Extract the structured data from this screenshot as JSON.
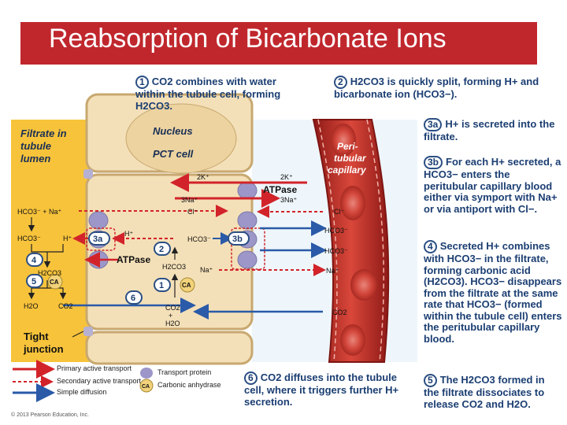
{
  "title": "Reabsorption of Bicarbonate  Ions",
  "regions": {
    "lumen": "Filtrate in tubule lumen",
    "nucleus": "Nucleus",
    "pct": "PCT cell",
    "capillary": "Peri-tubular capillary",
    "junction": "Tight junction"
  },
  "lumen_labels": {
    "hco3_na": "HCO3⁻ + Na⁺",
    "hco3": "HCO3⁻",
    "h": "H⁺",
    "h2co3": "H2CO3",
    "ca": "CA",
    "h2o": "H2O",
    "co2": "CO2",
    "atpase": "ATPase"
  },
  "cell_labels": {
    "k2": "2K⁺",
    "na3": "3Na⁺",
    "cl": "Cl⁻",
    "h": "H⁺",
    "hco3": "HCO3⁻",
    "h2co3": "H2CO3",
    "na": "Na⁺",
    "ca": "CA",
    "co2": "CO2",
    "plus": "+",
    "h2o": "H2O",
    "atpase": "ATPase"
  },
  "blood_labels": {
    "k2": "2K⁺",
    "na3": "3Na⁺",
    "cl": "Cl⁻",
    "hco3a": "HCO3⁻",
    "hco3b": "HCO3⁻",
    "na": "Na⁺",
    "co2": "CO2"
  },
  "badges": {
    "b1": "1",
    "b2": "2",
    "b3a": "3a",
    "b3b": "3b",
    "b4": "4",
    "b5": "5",
    "b6": "6"
  },
  "steps": {
    "s1": "CO2 combines with water within the tubule cell, forming H2CO3.",
    "s2": "H2CO3 is quickly split, forming H+ and bicarbonate ion (HCO3−).",
    "s3a": "H+ is secreted into the filtrate.",
    "s3b": "For each H+ secreted, a HCO3− enters the peritubular capillary blood either via symport with Na+ or via antiport with Cl−.",
    "s4": "Secreted H+ combines with HCO3− in the filtrate, forming carbonic acid (H2CO3). HCO3− disappears from the filtrate at the same rate that HCO3− (formed within the tubule cell) enters the peritubular capillary blood.",
    "s5": "The H2CO3 formed in the filtrate dissociates to release CO2 and H2O.",
    "s6": "CO2 diffuses into the tubule cell, where it triggers further H+ secretion."
  },
  "legend": {
    "primary": "Primary active transport",
    "secondary": "Secondary active transport",
    "simple": "Simple diffusion",
    "protein": "Transport protein",
    "ca_abbr": "CA",
    "ca": "Carbonic anhydrase"
  },
  "copyright": "© 2013 Pearson Education, Inc.",
  "colors": {
    "title_bar": "#c0272d",
    "lumen": "#f7c33b",
    "cell": "#f4e0b8",
    "capillary": "#c8382c",
    "primary": "#d2232a",
    "diffusion": "#2a5aa8",
    "protein": "#9c97c8"
  }
}
